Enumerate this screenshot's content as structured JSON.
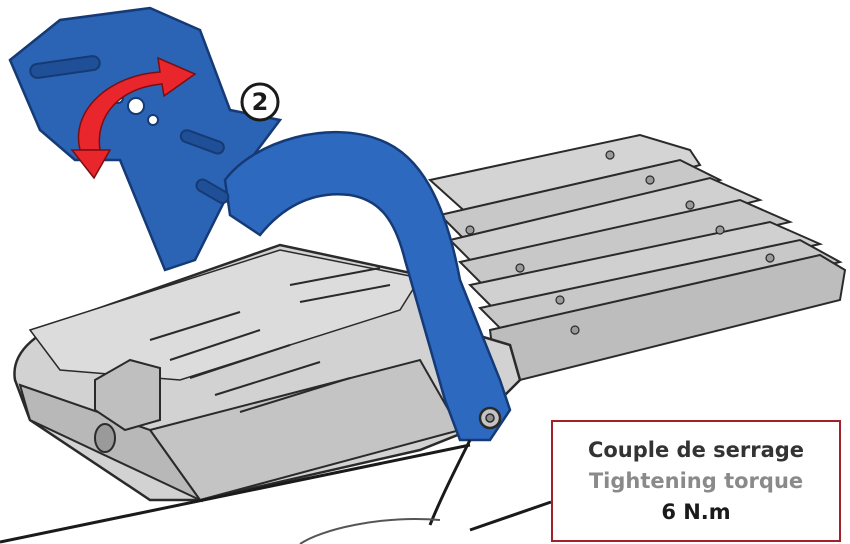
{
  "step": {
    "number": "2"
  },
  "torque_box": {
    "label_fr": "Couple de serrage",
    "label_en": "Tightening torque",
    "value": "6 N.m"
  },
  "colors": {
    "bracket": "#2b63b5",
    "bracket_dark": "#1f4f96",
    "housing": "#cfcfcf",
    "housing_dark": "#a9a9a9",
    "arrow": "#e8262b",
    "box_border": "#a1202a"
  }
}
